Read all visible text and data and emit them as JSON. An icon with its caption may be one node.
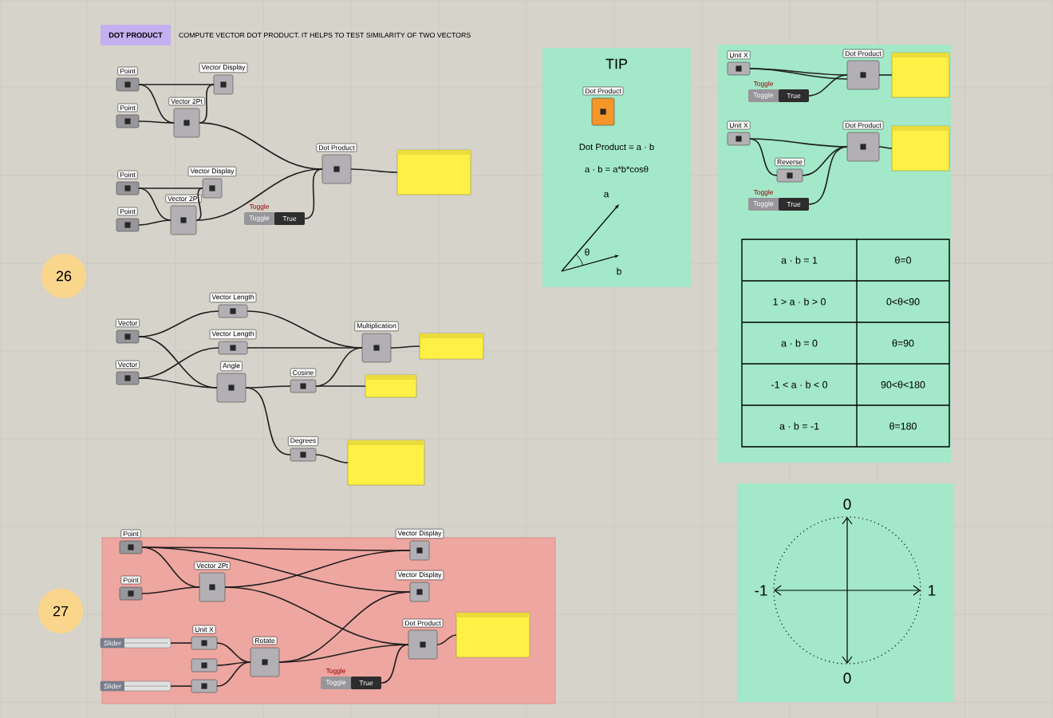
{
  "diagram": {
    "nodes": [
      {
        "text": [
          "DOT PRODUCT"
        ]
      },
      {
        "text": [
          "Point"
        ]
      },
      {
        "text": [
          "Point"
        ]
      },
      {
        "text": [
          "Vector 2Pt"
        ]
      },
      {
        "text": [
          "Vector Display"
        ]
      },
      {
        "text": [
          "Point"
        ]
      },
      {
        "text": [
          "Point"
        ]
      },
      {
        "text": [
          "Vector 2Pt"
        ]
      },
      {
        "text": [
          "Vector Display"
        ]
      },
      {
        "text": [
          "Toggle",
          "Toggle",
          "True"
        ]
      },
      {
        "text": [
          "Dot Product"
        ]
      },
      {
        "text": [],
        "shape": "box"
      },
      {
        "text": [
          "26"
        ]
      },
      {
        "text": [
          "Vector"
        ]
      },
      {
        "text": [
          "Vector"
        ]
      },
      {
        "text": [
          "Vector Length"
        ]
      },
      {
        "text": [
          "Vector Length"
        ]
      },
      {
        "text": [
          "Angle"
        ]
      },
      {
        "text": [
          "Cosine"
        ]
      },
      {
        "text": [
          "Multiplication"
        ]
      },
      {
        "text": [],
        "shape": "box"
      },
      {
        "text": [],
        "shape": "box"
      },
      {
        "text": [
          "Degrees"
        ]
      },
      {
        "text": [],
        "shape": "box"
      },
      {
        "text": [
          "27"
        ]
      },
      {
        "text": [],
        "shape": "box"
      },
      {
        "text": [
          "Point"
        ],
        "in": 25
      },
      {
        "text": [
          "Point"
        ],
        "in": 25
      },
      {
        "text": [
          "Vector 2Pt"
        ],
        "in": 25
      },
      {
        "text": [
          "Vector Display"
        ],
        "in": 25
      },
      {
        "text": [
          "Vector Display"
        ],
        "in": 25
      },
      {
        "text": [
          "Slider"
        ],
        "in": 25
      },
      {
        "text": [
          "Unit X"
        ],
        "in": 25
      },
      {
        "text": [],
        "shape": "box",
        "in": 25
      },
      {
        "text": [
          "Slider"
        ],
        "in": 25
      },
      {
        "text": [],
        "shape": "box",
        "in": 25
      },
      {
        "text": [
          "Rotate"
        ],
        "in": 25
      },
      {
        "text": [
          "Dot Product"
        ],
        "in": 25
      },
      {
        "text": [
          "Toggle",
          "Toggle",
          "True"
        ],
        "in": 25
      },
      {
        "text": [],
        "shape": "box",
        "in": 25
      },
      {
        "text": [
          "TIP",
          "Dot Product = a · b",
          "a · b = a*b*cosθ"
        ]
      },
      {
        "text": [
          "Dot Product"
        ],
        "in": 40
      },
      {
        "text": [],
        "shape": "box"
      },
      {
        "text": [
          "Unit X"
        ],
        "in": 42
      },
      {
        "text": [
          "Dot Product"
        ],
        "in": 42
      },
      {
        "text": [
          "Toggle",
          "Toggle",
          "True"
        ],
        "in": 42
      },
      {
        "text": [],
        "shape": "box",
        "in": 42
      },
      {
        "text": [
          "Unit X"
        ],
        "in": 42
      },
      {
        "text": [
          "Reverse"
        ],
        "in": 42
      },
      {
        "text": [
          "Toggle",
          "Toggle",
          "True"
        ],
        "in": 42
      },
      {
        "text": [
          "Dot Product"
        ],
        "in": 42
      },
      {
        "text": [],
        "shape": "box",
        "in": 42
      },
      {
        "text": [],
        "shape": "box"
      }
    ],
    "edges": [
      {
        "from": 1,
        "to": 4,
        "arrow": "none"
      },
      {
        "from": 1,
        "to": 3,
        "arrow": "none"
      },
      {
        "from": 2,
        "to": 3,
        "arrow": "none"
      },
      {
        "from": 3,
        "to": 4,
        "arrow": "none"
      },
      {
        "from": 3,
        "to": 10,
        "arrow": "none"
      },
      {
        "from": 5,
        "to": 8,
        "arrow": "none"
      },
      {
        "from": 5,
        "to": 7,
        "arrow": "none"
      },
      {
        "from": 6,
        "to": 7,
        "arrow": "none"
      },
      {
        "from": 7,
        "to": 8,
        "arrow": "none"
      },
      {
        "from": 7,
        "to": 10,
        "arrow": "none"
      },
      {
        "from": 9,
        "to": 10,
        "arrow": "none"
      },
      {
        "from": 10,
        "to": 11,
        "arrow": "none"
      },
      {
        "from": 13,
        "to": 15,
        "arrow": "none"
      },
      {
        "from": 13,
        "to": 17,
        "arrow": "none"
      },
      {
        "from": 14,
        "to": 16,
        "arrow": "none"
      },
      {
        "from": 14,
        "to": 17,
        "arrow": "none"
      },
      {
        "from": 15,
        "to": 19,
        "arrow": "none"
      },
      {
        "from": 16,
        "to": 19,
        "arrow": "none"
      },
      {
        "from": 17,
        "to": 18,
        "arrow": "none"
      },
      {
        "from": 18,
        "to": 19,
        "arrow": "none"
      },
      {
        "from": 18,
        "to": 21,
        "arrow": "none"
      },
      {
        "from": 17,
        "to": 22,
        "arrow": "none"
      },
      {
        "from": 19,
        "to": 20,
        "arrow": "none"
      },
      {
        "from": 22,
        "to": 23,
        "arrow": "none"
      },
      {
        "from": 26,
        "to": 29,
        "arrow": "none"
      },
      {
        "from": 26,
        "to": 28,
        "arrow": "none"
      },
      {
        "from": 26,
        "to": 30,
        "arrow": "none"
      },
      {
        "from": 27,
        "to": 28,
        "arrow": "none"
      },
      {
        "from": 28,
        "to": 29,
        "arrow": "none"
      },
      {
        "from": 28,
        "to": 37,
        "arrow": "none"
      },
      {
        "from": 36,
        "to": 30,
        "arrow": "none"
      },
      {
        "from": 36,
        "to": 37,
        "arrow": "none"
      },
      {
        "from": 31,
        "to": 32,
        "arrow": "none"
      },
      {
        "from": 32,
        "to": 36,
        "arrow": "none"
      },
      {
        "from": 33,
        "to": 36,
        "arrow": "none"
      },
      {
        "from": 34,
        "to": 35,
        "arrow": "none"
      },
      {
        "from": 35,
        "to": 36,
        "arrow": "none"
      },
      {
        "from": 38,
        "to": 37,
        "arrow": "none"
      },
      {
        "from": 37,
        "to": 39,
        "arrow": "none"
      },
      {
        "from": 43,
        "to": 44,
        "arrow": "none"
      },
      {
        "from": 43,
        "to": 44,
        "arrow": "none"
      },
      {
        "from": 45,
        "to": 44,
        "arrow": "none"
      },
      {
        "from": 44,
        "to": 46,
        "arrow": "none"
      },
      {
        "from": 47,
        "to": 50,
        "arrow": "none"
      },
      {
        "from": 47,
        "to": 48,
        "arrow": "none"
      },
      {
        "from": 48,
        "to": 50,
        "arrow": "none"
      },
      {
        "from": 49,
        "to": 50,
        "arrow": "none"
      },
      {
        "from": 50,
        "to": 51,
        "arrow": "none"
      }
    ],
    "labels": [
      "COMPUTE VECTOR DOT PRODUCT. IT HELPS TO TEST SIMILARITY OF TWO VECTORS",
      "a",
      "θ",
      "b",
      "a · b = 1",
      "θ=0",
      "1 > a · b > 0",
      "0<θ<90",
      "a · b = 0",
      "θ=90",
      "-1 < a · b < 0",
      "90<θ<180",
      "a · b = -1",
      "θ=180",
      "0",
      "-1",
      "1",
      "0"
    ]
  }
}
